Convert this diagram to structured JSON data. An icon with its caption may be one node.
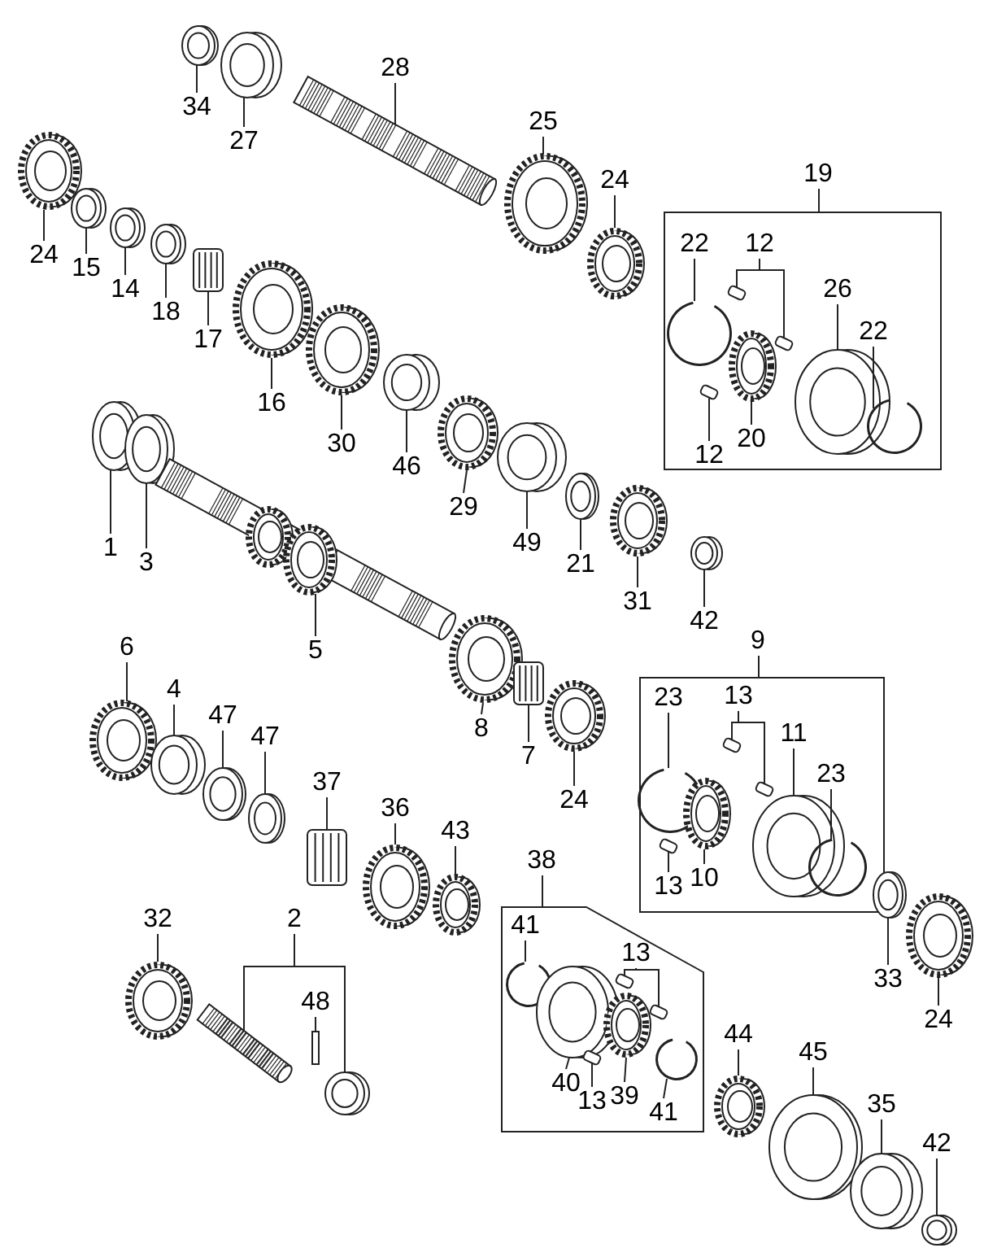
{
  "diagram": {
    "nodes": [
      {
        "text": [
          "34"
        ]
      },
      {
        "text": [
          "27"
        ]
      },
      {
        "text": [
          "28"
        ]
      },
      {
        "text": [
          "25"
        ]
      },
      {
        "text": [
          "24"
        ]
      },
      {
        "text": [
          "19"
        ]
      },
      {
        "text": [
          "22"
        ],
        "in": 5
      },
      {
        "text": [
          "12"
        ],
        "in": 5
      },
      {
        "text": [
          "26"
        ],
        "in": 5
      },
      {
        "text": [
          "22"
        ],
        "in": 5
      },
      {
        "text": [
          "20"
        ],
        "in": 5
      },
      {
        "text": [
          "12"
        ],
        "in": 5
      },
      {
        "text": [
          "24"
        ]
      },
      {
        "text": [
          "15"
        ]
      },
      {
        "text": [
          "14"
        ]
      },
      {
        "text": [
          "18"
        ]
      },
      {
        "text": [
          "17"
        ]
      },
      {
        "text": [
          "16"
        ]
      },
      {
        "text": [
          "30"
        ]
      },
      {
        "text": [
          "46"
        ]
      },
      {
        "text": [
          "29"
        ]
      },
      {
        "text": [
          "49"
        ]
      },
      {
        "text": [
          "21"
        ]
      },
      {
        "text": [
          "31"
        ]
      },
      {
        "text": [
          "42"
        ]
      },
      {
        "text": [
          "1"
        ]
      },
      {
        "text": [
          "3"
        ]
      },
      {
        "text": [
          "5"
        ]
      },
      {
        "text": [
          "9"
        ]
      },
      {
        "text": [
          "23"
        ],
        "in": 28
      },
      {
        "text": [
          "13"
        ],
        "in": 28
      },
      {
        "text": [
          "11"
        ],
        "in": 28
      },
      {
        "text": [
          "23"
        ],
        "in": 28
      },
      {
        "text": [
          "13"
        ],
        "in": 28
      },
      {
        "text": [
          "10"
        ],
        "in": 28
      },
      {
        "text": [
          "6"
        ]
      },
      {
        "text": [
          "4"
        ]
      },
      {
        "text": [
          "47"
        ]
      },
      {
        "text": [
          "47"
        ]
      },
      {
        "text": [
          "8"
        ]
      },
      {
        "text": [
          "7"
        ]
      },
      {
        "text": [
          "24"
        ]
      },
      {
        "text": [
          "37"
        ]
      },
      {
        "text": [
          "36"
        ]
      },
      {
        "text": [
          "43"
        ]
      },
      {
        "text": [
          "38"
        ]
      },
      {
        "text": [
          "41"
        ],
        "in": 45
      },
      {
        "text": [
          "13"
        ],
        "in": 45
      },
      {
        "text": [
          "40"
        ],
        "in": 45
      },
      {
        "text": [
          "13"
        ],
        "in": 45
      },
      {
        "text": [
          "39"
        ],
        "in": 45
      },
      {
        "text": [
          "41"
        ],
        "in": 45
      },
      {
        "text": [
          "32"
        ]
      },
      {
        "text": [
          "2"
        ]
      },
      {
        "text": [
          "48"
        ]
      },
      {
        "text": [
          "33"
        ]
      },
      {
        "text": [
          "24"
        ]
      },
      {
        "text": [
          "44"
        ]
      },
      {
        "text": [
          "45"
        ]
      },
      {
        "text": [
          "35"
        ]
      },
      {
        "text": [
          "42"
        ]
      },
      {
        "text": [],
        "shape": "picture"
      },
      {
        "text": [],
        "shape": "picture"
      },
      {
        "text": [],
        "shape": "picture"
      },
      {
        "text": [],
        "shape": "picture"
      },
      {
        "text": [],
        "shape": "picture"
      },
      {
        "text": [],
        "shape": "picture",
        "in": 5
      },
      {
        "text": [],
        "shape": "box",
        "in": 5
      },
      {
        "text": [],
        "shape": "box",
        "in": 5
      },
      {
        "text": [],
        "shape": "picture",
        "in": 5
      },
      {
        "text": [],
        "shape": "picture",
        "in": 5
      },
      {
        "text": [],
        "shape": "picture",
        "in": 5
      },
      {
        "text": [],
        "shape": "box",
        "in": 5
      },
      {
        "text": [],
        "shape": "picture"
      },
      {
        "text": [],
        "shape": "picture"
      },
      {
        "text": [],
        "shape": "picture"
      },
      {
        "text": [],
        "shape": "picture"
      },
      {
        "text": [],
        "shape": "picture"
      },
      {
        "text": [],
        "shape": "picture"
      },
      {
        "text": [],
        "shape": "picture"
      },
      {
        "text": [],
        "shape": "picture"
      },
      {
        "text": [],
        "shape": "picture"
      },
      {
        "text": [],
        "shape": "picture"
      },
      {
        "text": [],
        "shape": "picture"
      },
      {
        "text": [],
        "shape": "picture"
      },
      {
        "text": [],
        "shape": "picture"
      },
      {
        "text": [],
        "shape": "picture"
      },
      {
        "text": [],
        "shape": "picture"
      },
      {
        "text": [],
        "shape": "picture"
      },
      {
        "text": [],
        "shape": "picture",
        "in": 28
      },
      {
        "text": [],
        "shape": "box",
        "in": 28
      },
      {
        "text": [],
        "shape": "box",
        "in": 28
      },
      {
        "text": [],
        "shape": "picture",
        "in": 28
      },
      {
        "text": [],
        "shape": "picture",
        "in": 28
      },
      {
        "text": [],
        "shape": "box",
        "in": 28
      },
      {
        "text": [],
        "shape": "picture",
        "in": 28
      },
      {
        "text": [],
        "shape": "picture"
      },
      {
        "text": [],
        "shape": "picture"
      },
      {
        "text": [],
        "shape": "picture"
      },
      {
        "text": [],
        "shape": "picture"
      },
      {
        "text": [],
        "shape": "picture"
      },
      {
        "text": [],
        "shape": "picture"
      },
      {
        "text": [],
        "shape": "picture"
      },
      {
        "text": [],
        "shape": "picture"
      },
      {
        "text": [],
        "shape": "picture"
      },
      {
        "text": [],
        "shape": "picture"
      },
      {
        "text": [],
        "shape": "picture",
        "in": 45
      },
      {
        "text": [],
        "shape": "box",
        "in": 45
      },
      {
        "text": [],
        "shape": "box",
        "in": 45
      },
      {
        "text": [],
        "shape": "picture",
        "in": 45
      },
      {
        "text": [],
        "shape": "box",
        "in": 45
      },
      {
        "text": [],
        "shape": "picture",
        "in": 45
      },
      {
        "text": [],
        "shape": "picture",
        "in": 45
      },
      {
        "text": [],
        "shape": "picture"
      },
      {
        "text": [],
        "shape": "picture"
      },
      {
        "text": [],
        "shape": "picture"
      },
      {
        "text": [],
        "shape": "box"
      },
      {
        "text": [],
        "shape": "picture"
      },
      {
        "text": [],
        "shape": "picture"
      },
      {
        "text": [],
        "shape": "picture"
      },
      {
        "text": [],
        "shape": "picture"
      },
      {
        "text": [],
        "shape": "picture"
      },
      {
        "text": [],
        "shape": "picture"
      }
    ],
    "edges": [
      {
        "from": 0,
        "to": 61,
        "arrow": "none"
      },
      {
        "from": 1,
        "to": 62,
        "arrow": "none"
      },
      {
        "from": 2,
        "to": 63,
        "arrow": "none"
      },
      {
        "from": 3,
        "to": 64,
        "arrow": "none"
      },
      {
        "from": 4,
        "to": 65,
        "arrow": "none"
      },
      {
        "from": 6,
        "to": 66,
        "arrow": "none"
      },
      {
        "from": 7,
        "to": 67,
        "arrow": "none"
      },
      {
        "from": 7,
        "to": 68,
        "arrow": "none"
      },
      {
        "from": 8,
        "to": 69,
        "arrow": "none"
      },
      {
        "from": 9,
        "to": 70,
        "arrow": "none"
      },
      {
        "from": 10,
        "to": 71,
        "arrow": "none"
      },
      {
        "from": 11,
        "to": 72,
        "arrow": "none"
      },
      {
        "from": 12,
        "to": 73,
        "arrow": "none"
      },
      {
        "from": 13,
        "to": 74,
        "arrow": "none"
      },
      {
        "from": 14,
        "to": 75,
        "arrow": "none"
      },
      {
        "from": 15,
        "to": 76,
        "arrow": "none"
      },
      {
        "from": 16,
        "to": 77,
        "arrow": "none"
      },
      {
        "from": 17,
        "to": 78,
        "arrow": "none"
      },
      {
        "from": 18,
        "to": 79,
        "arrow": "none"
      },
      {
        "from": 19,
        "to": 80,
        "arrow": "none"
      },
      {
        "from": 20,
        "to": 81,
        "arrow": "none"
      },
      {
        "from": 21,
        "to": 82,
        "arrow": "none"
      },
      {
        "from": 22,
        "to": 83,
        "arrow": "none"
      },
      {
        "from": 23,
        "to": 84,
        "arrow": "none"
      },
      {
        "from": 24,
        "to": 85,
        "arrow": "none"
      },
      {
        "from": 25,
        "to": 86,
        "arrow": "none"
      },
      {
        "from": 26,
        "to": 87,
        "arrow": "none"
      },
      {
        "from": 27,
        "to": 88,
        "arrow": "none"
      },
      {
        "from": 29,
        "to": 89,
        "arrow": "none"
      },
      {
        "from": 30,
        "to": 90,
        "arrow": "none"
      },
      {
        "from": 30,
        "to": 91,
        "arrow": "none"
      },
      {
        "from": 31,
        "to": 92,
        "arrow": "none"
      },
      {
        "from": 32,
        "to": 93,
        "arrow": "none"
      },
      {
        "from": 33,
        "to": 94,
        "arrow": "none"
      },
      {
        "from": 34,
        "to": 95,
        "arrow": "none"
      },
      {
        "from": 35,
        "to": 96,
        "arrow": "none"
      },
      {
        "from": 36,
        "to": 97,
        "arrow": "none"
      },
      {
        "from": 37,
        "to": 98,
        "arrow": "none"
      },
      {
        "from": 38,
        "to": 99,
        "arrow": "none"
      },
      {
        "from": 39,
        "to": 100,
        "arrow": "none"
      },
      {
        "from": 40,
        "to": 101,
        "arrow": "none"
      },
      {
        "from": 41,
        "to": 102,
        "arrow": "none"
      },
      {
        "from": 42,
        "to": 103,
        "arrow": "none"
      },
      {
        "from": 43,
        "to": 104,
        "arrow": "none"
      },
      {
        "from": 44,
        "to": 105,
        "arrow": "none"
      },
      {
        "from": 46,
        "to": 106,
        "arrow": "none"
      },
      {
        "from": 47,
        "to": 107,
        "arrow": "none"
      },
      {
        "from": 47,
        "to": 108,
        "arrow": "none"
      },
      {
        "from": 48,
        "to": 109,
        "arrow": "none"
      },
      {
        "from": 49,
        "to": 110,
        "arrow": "none"
      },
      {
        "from": 50,
        "to": 111,
        "arrow": "none"
      },
      {
        "from": 51,
        "to": 112,
        "arrow": "none"
      },
      {
        "from": 52,
        "to": 113,
        "arrow": "none"
      },
      {
        "from": 53,
        "to": 114,
        "arrow": "none"
      },
      {
        "from": 53,
        "to": 115,
        "arrow": "none"
      },
      {
        "from": 54,
        "to": 116,
        "arrow": "none"
      },
      {
        "from": 55,
        "to": 117,
        "arrow": "none"
      },
      {
        "from": 56,
        "to": 118,
        "arrow": "none"
      },
      {
        "from": 57,
        "to": 119,
        "arrow": "none"
      },
      {
        "from": 58,
        "to": 120,
        "arrow": "none"
      },
      {
        "from": 59,
        "to": 121,
        "arrow": "none"
      },
      {
        "from": 60,
        "to": 122,
        "arrow": "none"
      }
    ]
  }
}
